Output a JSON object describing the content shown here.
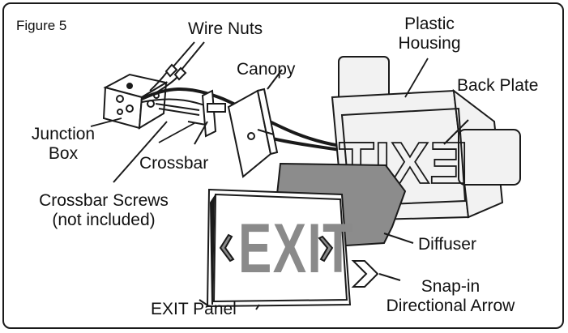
{
  "figure": {
    "title": "Figure 5",
    "labels": {
      "wire_nuts": "Wire Nuts",
      "plastic_housing_1": "Plastic",
      "plastic_housing_2": "Housing",
      "canopy": "Canopy",
      "back_plate": "Back Plate",
      "junction_box_1": "Junction",
      "junction_box_2": "Box",
      "crossbar": "Crossbar",
      "crossbar_screws_1": "Crossbar Screws",
      "crossbar_screws_2": "(not included)",
      "diffuser": "Diffuser",
      "exit_panel": "EXIT Panel",
      "snap_in_1": "Snap-in",
      "snap_in_2": "Directional Arrow"
    },
    "panel_text": "EXIT",
    "colors": {
      "line": "#1a1a1a",
      "panel_fill": "#ffffff",
      "diffuser_fill": "#8c8c8c",
      "letter_fill": "#8a8a8a",
      "housing_fill": "#f2f2f2",
      "shadow": "#cfcfcf"
    }
  }
}
